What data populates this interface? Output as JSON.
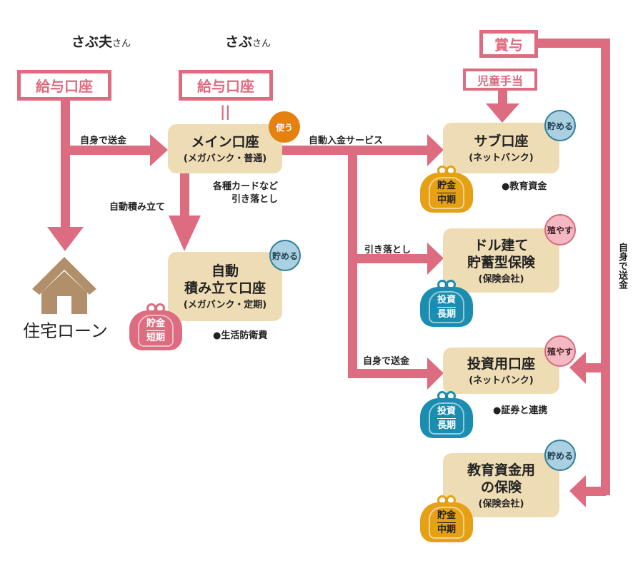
{
  "people": {
    "husband": "さぶ夫",
    "husband_suffix": "さん",
    "wife": "さぶ",
    "wife_suffix": "さん"
  },
  "sources": {
    "salary1": "給与口座",
    "salary2": "給与口座",
    "equals": "||",
    "bonus": "賞与",
    "child_allowance": "児童手当"
  },
  "flows": {
    "self_transfer_left": "自身で送金",
    "auto_saving": "自動積み立て",
    "card_debit": [
      "各種カードなど",
      "引き落とし"
    ],
    "auto_deposit": "自動入金サービス",
    "debit": "引き落とし",
    "self_transfer_mid": "自身で送金",
    "self_transfer_right": "自身で送金"
  },
  "housing_loan": "住宅ローン",
  "accounts": [
    {
      "title": [
        "メイン口座"
      ],
      "sub": "(メガバンク・普通)",
      "badge": "使う"
    },
    {
      "title": [
        "自動",
        "積み立て口座"
      ],
      "sub": "(メガバンク・定期)",
      "badge": "貯める",
      "note": "●生活防衛費",
      "purse": [
        "貯金",
        "短期"
      ]
    },
    {
      "title": [
        "サブ口座"
      ],
      "sub": "(ネットバンク)",
      "badge": "貯める",
      "note": "●教育資金",
      "purse": [
        "貯金",
        "中期"
      ]
    },
    {
      "title": [
        "ドル建て",
        "貯蓄型保険"
      ],
      "sub": "(保険会社)",
      "badge": "殖やす",
      "purse": [
        "投資",
        "長期"
      ]
    },
    {
      "title": [
        "投資用口座"
      ],
      "sub": "(ネットバンク)",
      "badge": "殖やす",
      "note": "●証券と連携",
      "purse": [
        "投資",
        "長期"
      ]
    },
    {
      "title": [
        "教育資金用",
        "の保険"
      ],
      "sub": "(保険会社)",
      "badge": "貯める",
      "purse": [
        "貯金",
        "中期"
      ]
    }
  ],
  "colors": {
    "arrow": "#de6c80",
    "beige": "#eedcb4",
    "use": "#e5820f",
    "short": "#de6c80",
    "mid": "#e5a014",
    "long": "#1a8db0"
  }
}
